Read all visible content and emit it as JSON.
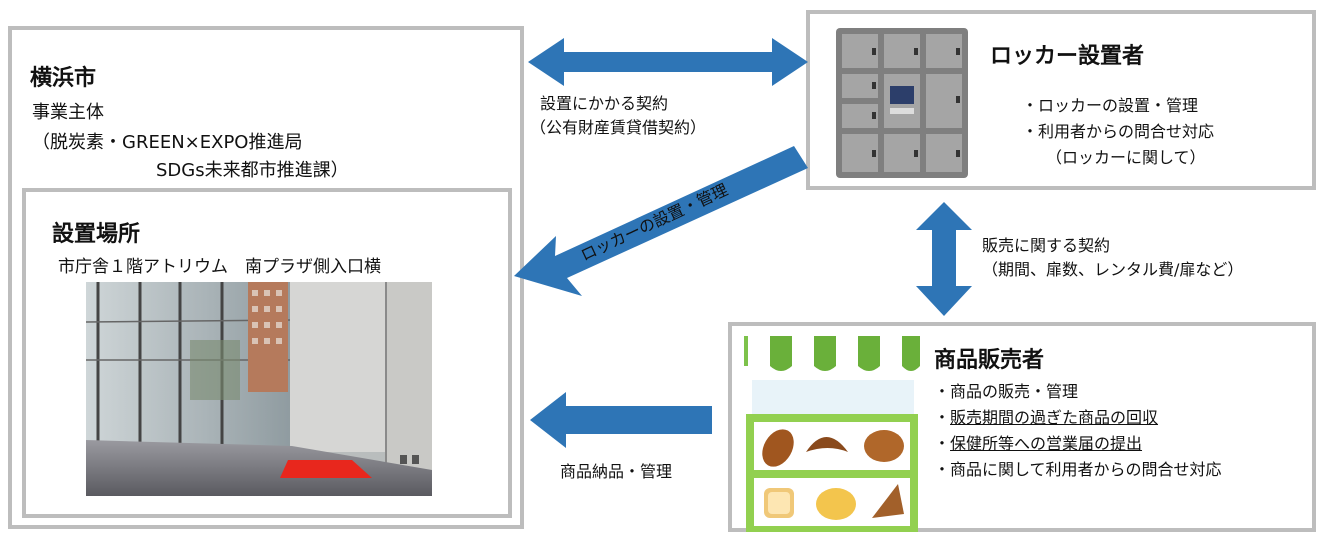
{
  "yokohama": {
    "title": "横浜市",
    "role": "事業主体",
    "dept_line1": "（脱炭素・GREEN×EXPO推進局",
    "dept_line2": "SDGs未来都市推進課）"
  },
  "location": {
    "title": "設置場所",
    "subtitle": "市庁舎１階アトリウム　南プラザ側入口横"
  },
  "locker_installer": {
    "title": "ロッカー設置者",
    "items": [
      "・ロッカーの設置・管理",
      "・利用者からの問合せ対応",
      "（ロッカーに関して）"
    ]
  },
  "seller": {
    "title": "商品販売者",
    "items": [
      {
        "prefix": "・",
        "text": "商品の販売・管理"
      },
      {
        "prefix": "・",
        "text": "販売期間の過ぎた商品の回収"
      },
      {
        "prefix": "・",
        "text": "保健所等への営業届の提出"
      },
      {
        "prefix": "・",
        "text": "商品に関して利用者からの問合せ対応"
      }
    ]
  },
  "arrows": {
    "contract_line1": "設置にかかる契約",
    "contract_line2": "（公有財産賃貸借契約）",
    "install_manage": "ロッカーの設置・管理",
    "sales_contract_line1": "販売に関する契約",
    "sales_contract_line2": "（期間、扉数、レンタル費/扉など）",
    "delivery": "商品納品・管理"
  },
  "colors": {
    "arrow": "#2e75b6",
    "border": "#bdbdbd",
    "locker": "#7f7f7f",
    "awning_green": "#7dc24b",
    "shelf_green": "#92d050"
  },
  "icons": {
    "locker": "locker-icon",
    "shop": "bakery-shop-icon",
    "photo": "atrium-entrance-photo"
  }
}
